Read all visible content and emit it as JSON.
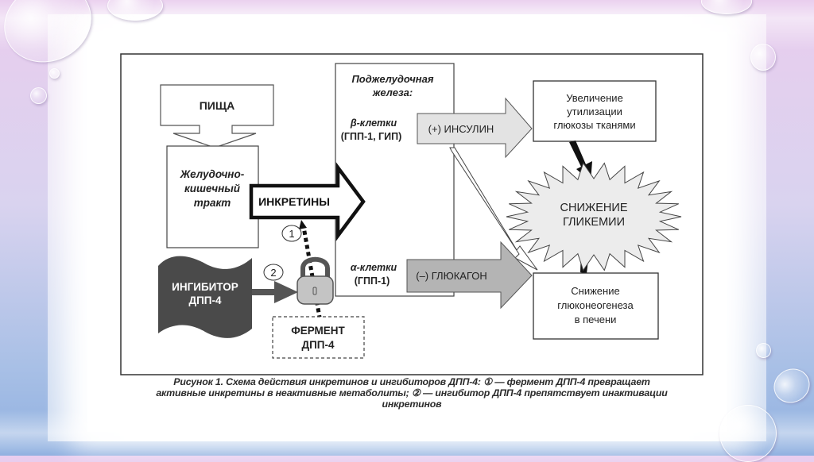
{
  "figure": {
    "food_box": "ПИЩА",
    "gi_tract": [
      "Желудочно-",
      "кишечный",
      "тракт"
    ],
    "incretins_arrow": "ИНКРЕТИНЫ",
    "pancreas_title": [
      "Поджелудочная",
      "железа:"
    ],
    "beta_cells": [
      "β-клетки",
      "(ГПП-1, ГИП)"
    ],
    "alpha_cells": [
      "α-клетки",
      "(ГПП-1)"
    ],
    "insulin_arrow": "(+) ИНСУЛИН",
    "glucagon_arrow": "(–) ГЛЮКАГОН",
    "glucose_utilization": [
      "Увеличение",
      "утилизации",
      "глюкозы тканями"
    ],
    "glycemia_reduction": [
      "СНИЖЕНИЕ",
      "ГЛИКЕМИИ"
    ],
    "gluconeogenesis": [
      "Снижение",
      "глюконеогенеза",
      "в печени"
    ],
    "inhibitor": [
      "ИНГИБИТОР",
      "ДПП-4"
    ],
    "enzyme": [
      "ФЕРМЕНТ",
      "ДПП-4"
    ],
    "marker_1": "1",
    "marker_2": "2",
    "lock_icon": "lock-icon"
  },
  "caption": {
    "lines": [
      "Рисунок 1. Схема действия инкретинов и ингибиторов ДПП-4: ① — фермент ДПП-4 превращает",
      "активные инкретины в неактивные метаболиты; ② — ингибитор ДПП-4 препятствует инактивации",
      "инкретинов"
    ]
  },
  "colors": {
    "insulin_fill": "#e3e3e3",
    "glucagon_fill": "#b4b4b4",
    "inhibitor_fill": "#4a4a4a",
    "lock_fill": "#c4c4c4",
    "burst_fill": "#ececec"
  }
}
